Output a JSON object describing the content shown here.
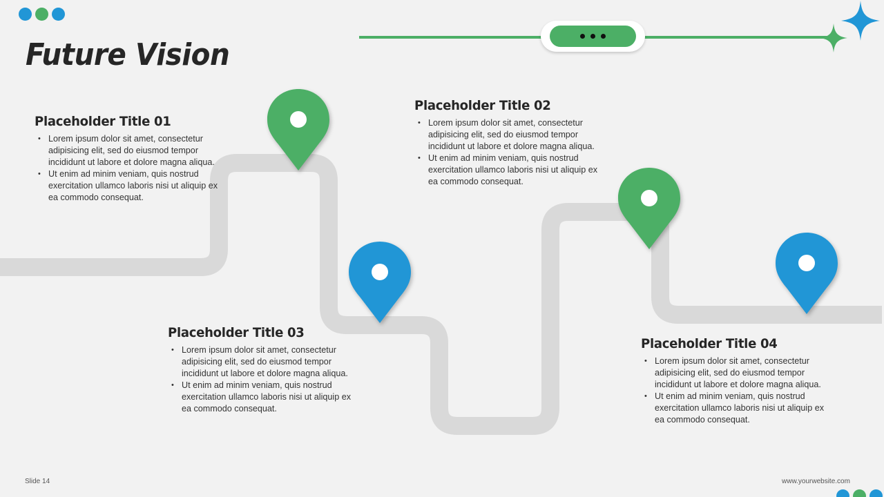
{
  "header": {
    "title": "Future Vision",
    "top_dots": [
      {
        "color": "#2196d6"
      },
      {
        "color": "#4caf66"
      },
      {
        "color": "#2196d6"
      }
    ],
    "menu_pill_icon": "more-horizontal-icon",
    "sparkle_icons": [
      {
        "name": "sparkle-large-icon",
        "color": "#2196d6"
      },
      {
        "name": "sparkle-small-icon",
        "color": "#4caf66"
      }
    ]
  },
  "colors": {
    "green": "#4caf66",
    "blue": "#2196d6",
    "road": "#d9d9d9",
    "background": "#f2f2f2",
    "text": "#262626"
  },
  "milestones": [
    {
      "title": "Placeholder Title 01",
      "pin_color": "#4caf66",
      "bullets": [
        "Lorem ipsum dolor sit amet, consectetur adipisicing elit, sed do eiusmod tempor incididunt ut labore et dolore magna aliqua.",
        "Ut enim ad minim veniam, quis nostrud exercitation ullamco laboris nisi ut aliquip ex ea commodo consequat."
      ]
    },
    {
      "title": "Placeholder Title 02",
      "pin_color": "#4caf66",
      "bullets": [
        "Lorem ipsum dolor sit amet, consectetur adipisicing elit, sed do eiusmod tempor incididunt ut labore et dolore magna aliqua.",
        "Ut enim ad minim veniam, quis nostrud exercitation ullamco laboris nisi ut aliquip ex ea commodo consequat."
      ]
    },
    {
      "title": "Placeholder Title 03",
      "pin_color": "#2196d6",
      "bullets": [
        "Lorem ipsum dolor sit amet, consectetur adipisicing elit, sed do eiusmod tempor incididunt ut labore et dolore magna aliqua.",
        "Ut enim ad minim veniam, quis nostrud exercitation ullamco laboris nisi ut aliquip ex ea commodo consequat."
      ]
    },
    {
      "title": "Placeholder Title 04",
      "pin_color": "#2196d6",
      "bullets": [
        "Lorem ipsum dolor sit amet, consectetur adipisicing elit, sed do eiusmod tempor incididunt ut labore et dolore magna aliqua.",
        "Ut enim ad minim veniam, quis nostrud exercitation ullamco laboris nisi ut aliquip ex ea commodo consequat."
      ]
    }
  ],
  "footer": {
    "slide_label": "Slide 14",
    "website": "www.yourwebsite.com",
    "bottom_dots": [
      {
        "color": "#2196d6"
      },
      {
        "color": "#4caf66"
      },
      {
        "color": "#2196d6"
      }
    ]
  }
}
